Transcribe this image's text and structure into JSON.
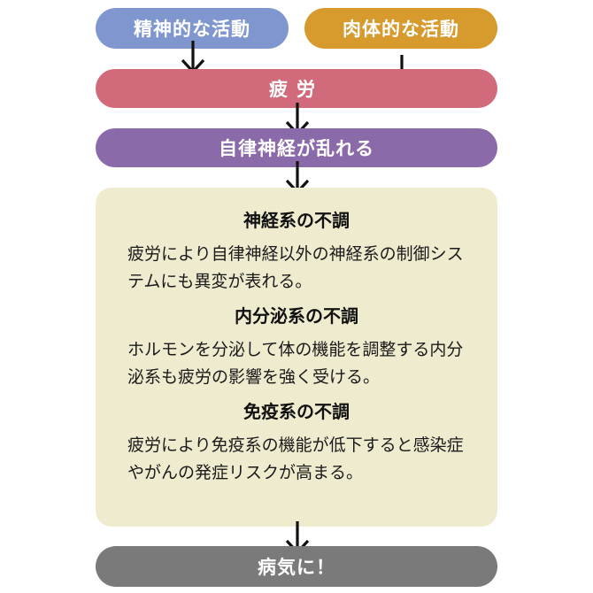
{
  "colors": {
    "mental": "#7f96cf",
    "physical": "#d69a2d",
    "fatigue": "#d16b7c",
    "autonomic": "#8b6aa9",
    "panel": "#efebcf",
    "illness": "#7a7a7a",
    "arrow": "#111111"
  },
  "nodes": {
    "mental": "精神的な活動",
    "physical": "肉体的な活動",
    "fatigue": "疲労",
    "autonomic": "自律神経が乱れる",
    "illness": "病気に！"
  },
  "sections": [
    {
      "title": "神経系の不調",
      "body": "疲労により自律神経以外の神経系の制御システムにも異変が表れる。"
    },
    {
      "title": "内分泌系の不調",
      "body": "ホルモンを分泌して体の機能を調整する内分泌系も疲労の影響を強く受ける。"
    },
    {
      "title": "免疫系の不調",
      "body": "疲労により免疫系の機能が低下すると感染症やがんの発症リスクが高まる。"
    }
  ]
}
